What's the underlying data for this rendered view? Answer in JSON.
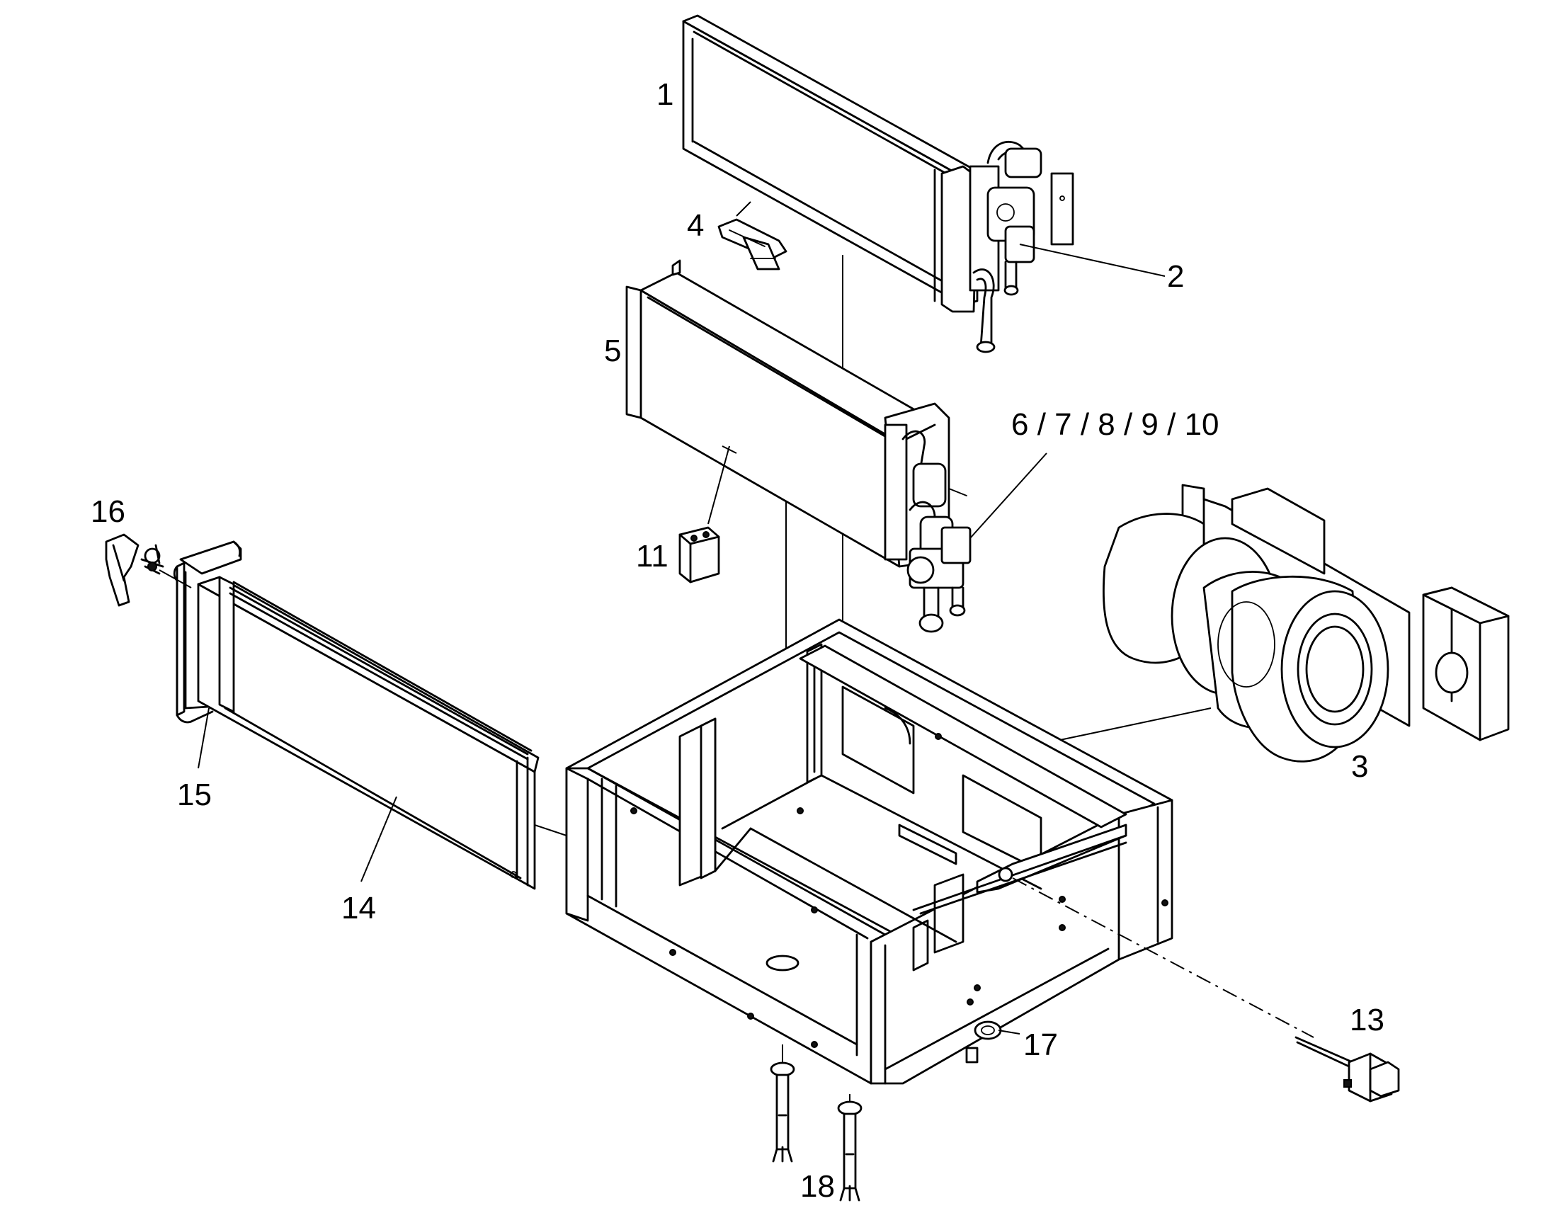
{
  "labels": {
    "p1": "1",
    "p2": "2",
    "p3": "3",
    "p4": "4",
    "p5": "5",
    "p6_10": "6 / 7 / 8 / 9 / 10",
    "p11": "11",
    "p13": "13",
    "p14": "14",
    "p15": "15",
    "p16": "16",
    "p17": "17",
    "p18": "18"
  }
}
